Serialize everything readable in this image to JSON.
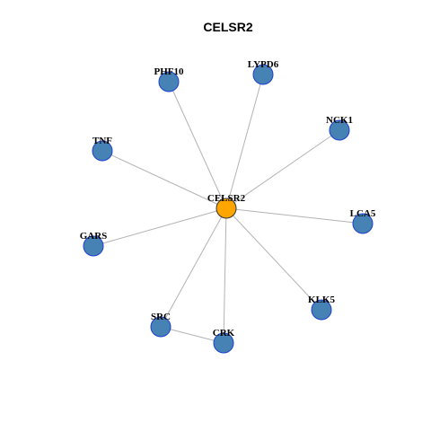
{
  "title": "CELSR2",
  "colors": {
    "center_fill": "#FFA500",
    "center_stroke": "#333333",
    "neighbor_fill": "#4682B4",
    "neighbor_stroke": "#1C3FD0",
    "edge": "#B3B3B3"
  },
  "nodes": [
    {
      "id": "CELSR2",
      "label": "CELSR2",
      "role": "center"
    },
    {
      "id": "PHF10",
      "label": "PHF10",
      "role": "neighbor"
    },
    {
      "id": "LYPD6",
      "label": "LYPD6",
      "role": "neighbor"
    },
    {
      "id": "NCK1",
      "label": "NCK1",
      "role": "neighbor"
    },
    {
      "id": "TNF",
      "label": "TNF",
      "role": "neighbor"
    },
    {
      "id": "LCA5",
      "label": "LCA5",
      "role": "neighbor"
    },
    {
      "id": "GARS",
      "label": "GARS",
      "role": "neighbor"
    },
    {
      "id": "KLK5",
      "label": "KLK5",
      "role": "neighbor"
    },
    {
      "id": "SRC",
      "label": "SRC",
      "role": "neighbor"
    },
    {
      "id": "CRK",
      "label": "CRK",
      "role": "neighbor"
    }
  ],
  "edges": [
    {
      "source": "CELSR2",
      "target": "PHF10"
    },
    {
      "source": "CELSR2",
      "target": "LYPD6"
    },
    {
      "source": "CELSR2",
      "target": "NCK1"
    },
    {
      "source": "CELSR2",
      "target": "TNF"
    },
    {
      "source": "CELSR2",
      "target": "LCA5"
    },
    {
      "source": "CELSR2",
      "target": "GARS"
    },
    {
      "source": "CELSR2",
      "target": "KLK5"
    },
    {
      "source": "CELSR2",
      "target": "SRC"
    },
    {
      "source": "CELSR2",
      "target": "CRK"
    },
    {
      "source": "SRC",
      "target": "CRK"
    }
  ]
}
